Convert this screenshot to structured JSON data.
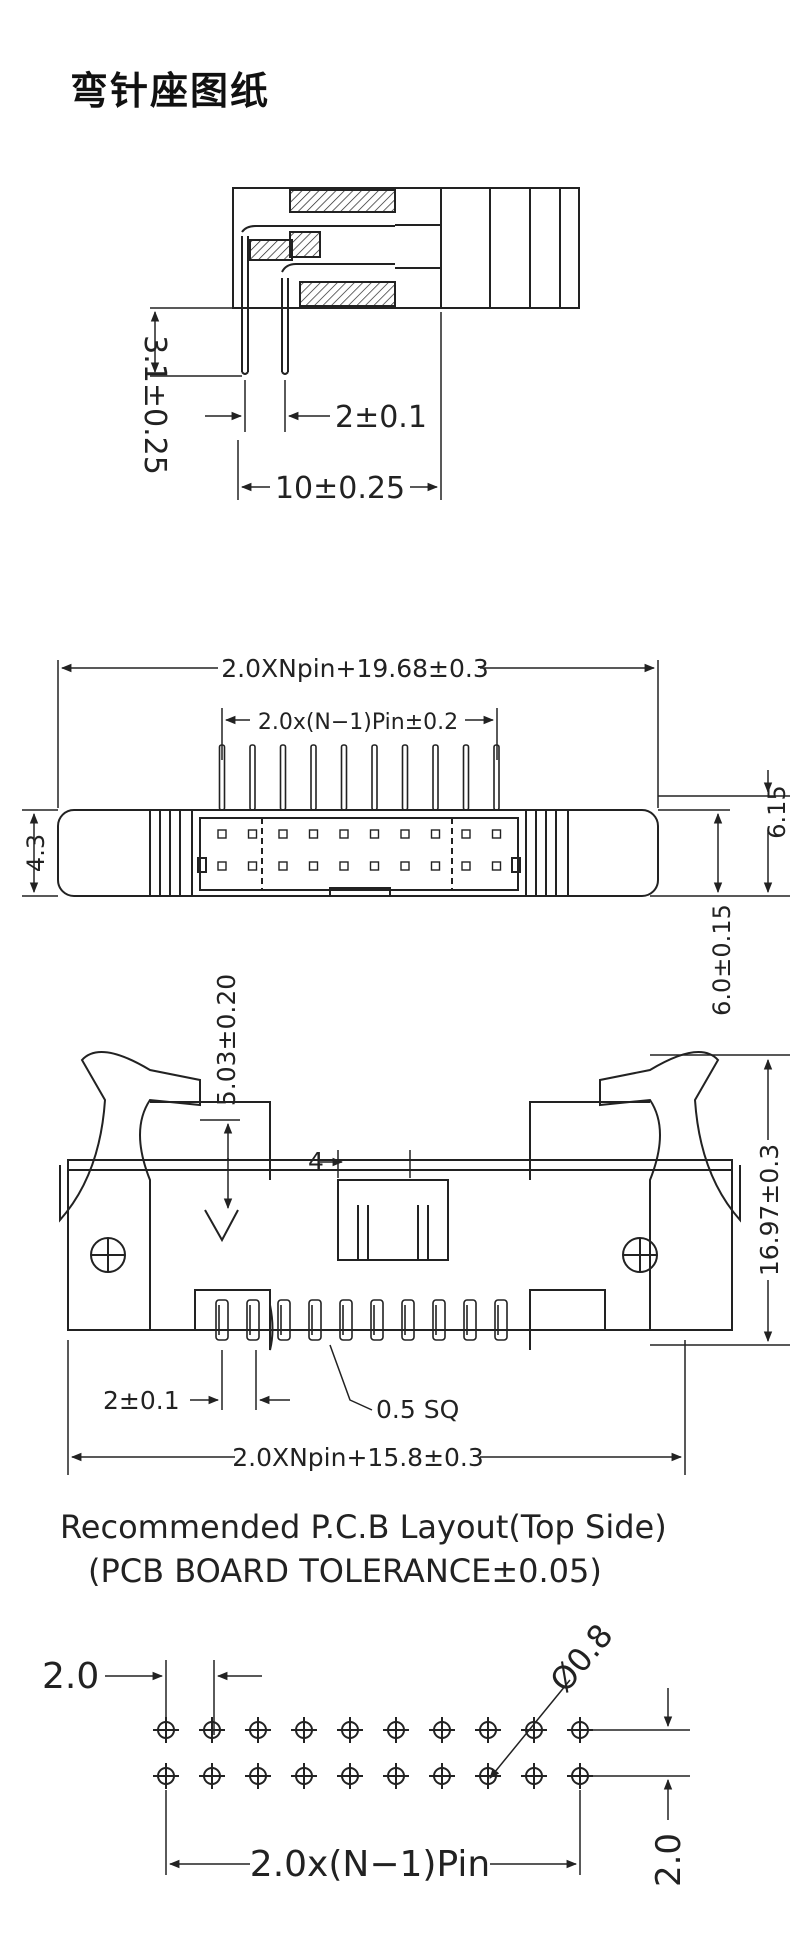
{
  "title": "弯针座图纸",
  "side_view": {
    "dim_height": "3.1±0.25",
    "dim_pitch": "2±0.1",
    "dim_depth": "10±0.25"
  },
  "front_view": {
    "dim_overall": "2.0XNpin+19.68±0.3",
    "dim_pin_span": "2.0x(N−1)Pin±0.2",
    "dim_body_height": "4.3",
    "dim_offset": "6.15",
    "dim_depth": "6.0±0.15"
  },
  "top_view": {
    "dim_latch": "5.03±0.20",
    "dim_key": "4",
    "dim_height": "16.97±0.3",
    "dim_pitch": "2±0.1",
    "dim_pin_size": "0.5 SQ",
    "dim_width": "2.0XNpin+15.8±0.3"
  },
  "pcb_layout": {
    "heading_line1": "Recommended P.C.B Layout(Top Side)",
    "heading_line2": "(PCB BOARD TOLERANCE±0.05)",
    "dim_hole": "Ø0.8",
    "dim_pitch_x": "2.0",
    "dim_pitch_y": "2.0",
    "dim_span": "2.0x(N−1)Pin",
    "rows": 2,
    "holes_per_row": 10
  }
}
